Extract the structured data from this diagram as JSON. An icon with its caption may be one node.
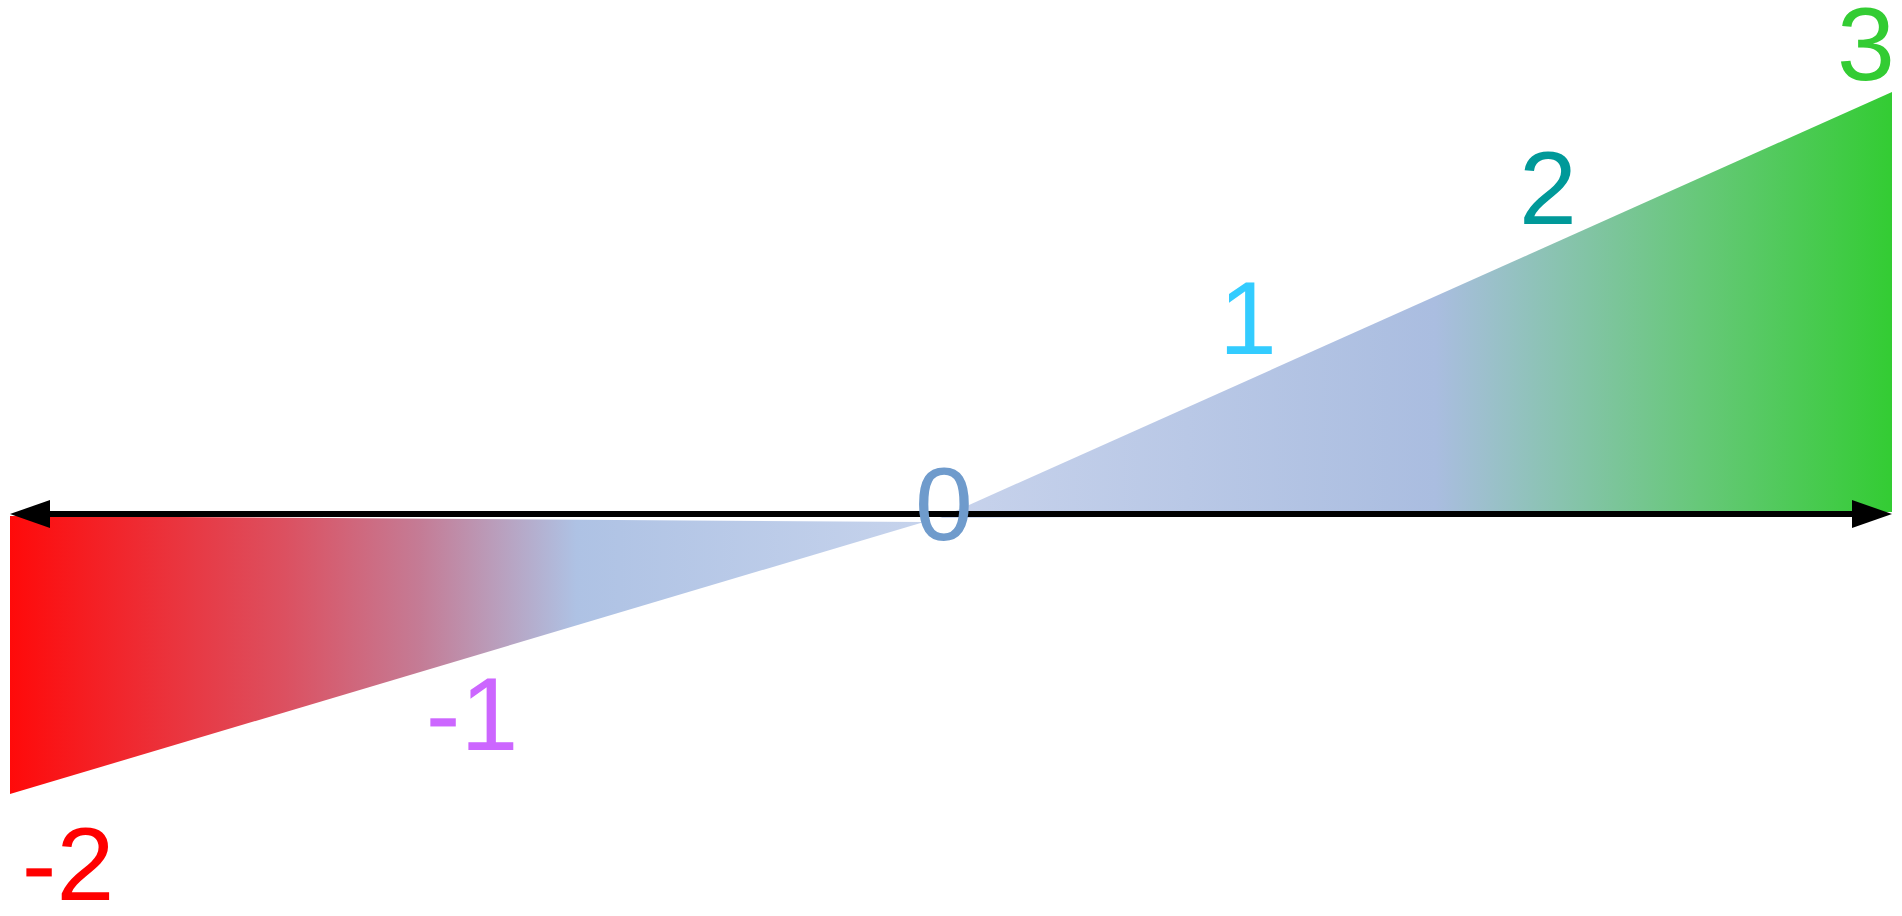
{
  "diagram": {
    "labels": [
      "3",
      "2",
      "1",
      "0",
      "-1",
      "-2"
    ]
  }
}
